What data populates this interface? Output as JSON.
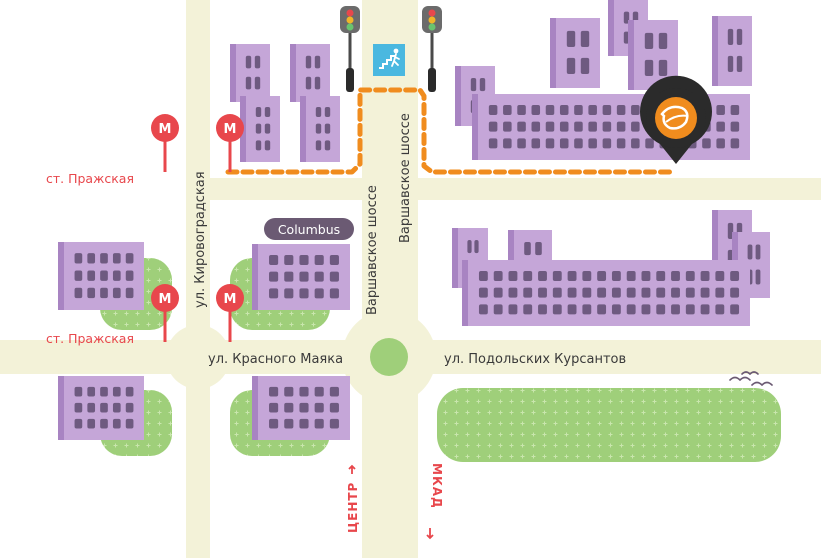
{
  "streets": {
    "kirovogradskaya": "ул. Кировоградская",
    "varshavskoe_left": "Варшавское шоссе",
    "varshavskoe_right": "Варшавское шоссе",
    "krasnogo_mayaka": "ул. Красного Маяка",
    "podolskikh_kursantov": "ул. Подольских Курсантов"
  },
  "stations": {
    "upper": "ст. Пражская",
    "lower": "ст. Пражская"
  },
  "metro_letter": "М",
  "landmark": "Columbus",
  "directions": {
    "center": "ЦЕНТР",
    "mkad": "МКАД"
  },
  "colors": {
    "road": "#f3f2d8",
    "building": "#c5a6d8",
    "building_side": "#a884c2",
    "window": "#6e5a80",
    "park": "#9fcf7a",
    "route": "#f08c1e",
    "metro": "#e8474c",
    "marker": "#2b2b2b",
    "marker_logo": "#f08c1e",
    "crosswalk": "#4ab8e0",
    "label_bg": "#6b5a73"
  },
  "icons": {
    "metro": "metro-icon",
    "traffic_light": "traffic-light-icon",
    "pedestrian_crossing": "pedestrian-crossing-icon",
    "location_pin": "location-pin-icon",
    "birds": "birds-icon"
  }
}
